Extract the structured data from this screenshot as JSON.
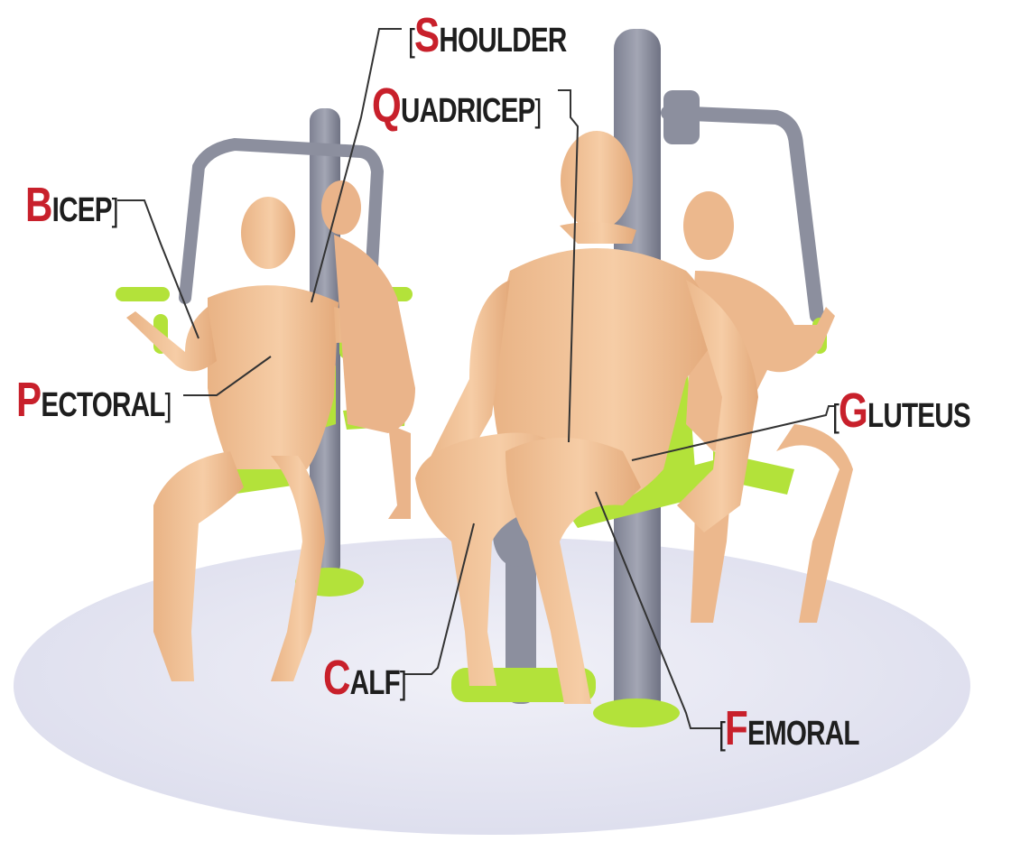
{
  "labels": {
    "shoulder": {
      "cap": "S",
      "rest": "HOULDER"
    },
    "quadricep": {
      "cap": "Q",
      "rest": "UADRICEP"
    },
    "bicep": {
      "cap": "B",
      "rest": "ICEP"
    },
    "pectoral": {
      "cap": "P",
      "rest": "ECTORAL"
    },
    "gluteus": {
      "cap": "G",
      "rest": "LUTEUS"
    },
    "calf": {
      "cap": "C",
      "rest": "ALF"
    },
    "femoral": {
      "cap": "F",
      "rest": "EMORAL"
    }
  },
  "colors": {
    "accent": "#c8202b",
    "text": "#1e1e1e",
    "skin": "#f3c49a",
    "metal": "#8c8f9e",
    "pad": "#b3e23a",
    "floor": "#e5e6f2"
  }
}
